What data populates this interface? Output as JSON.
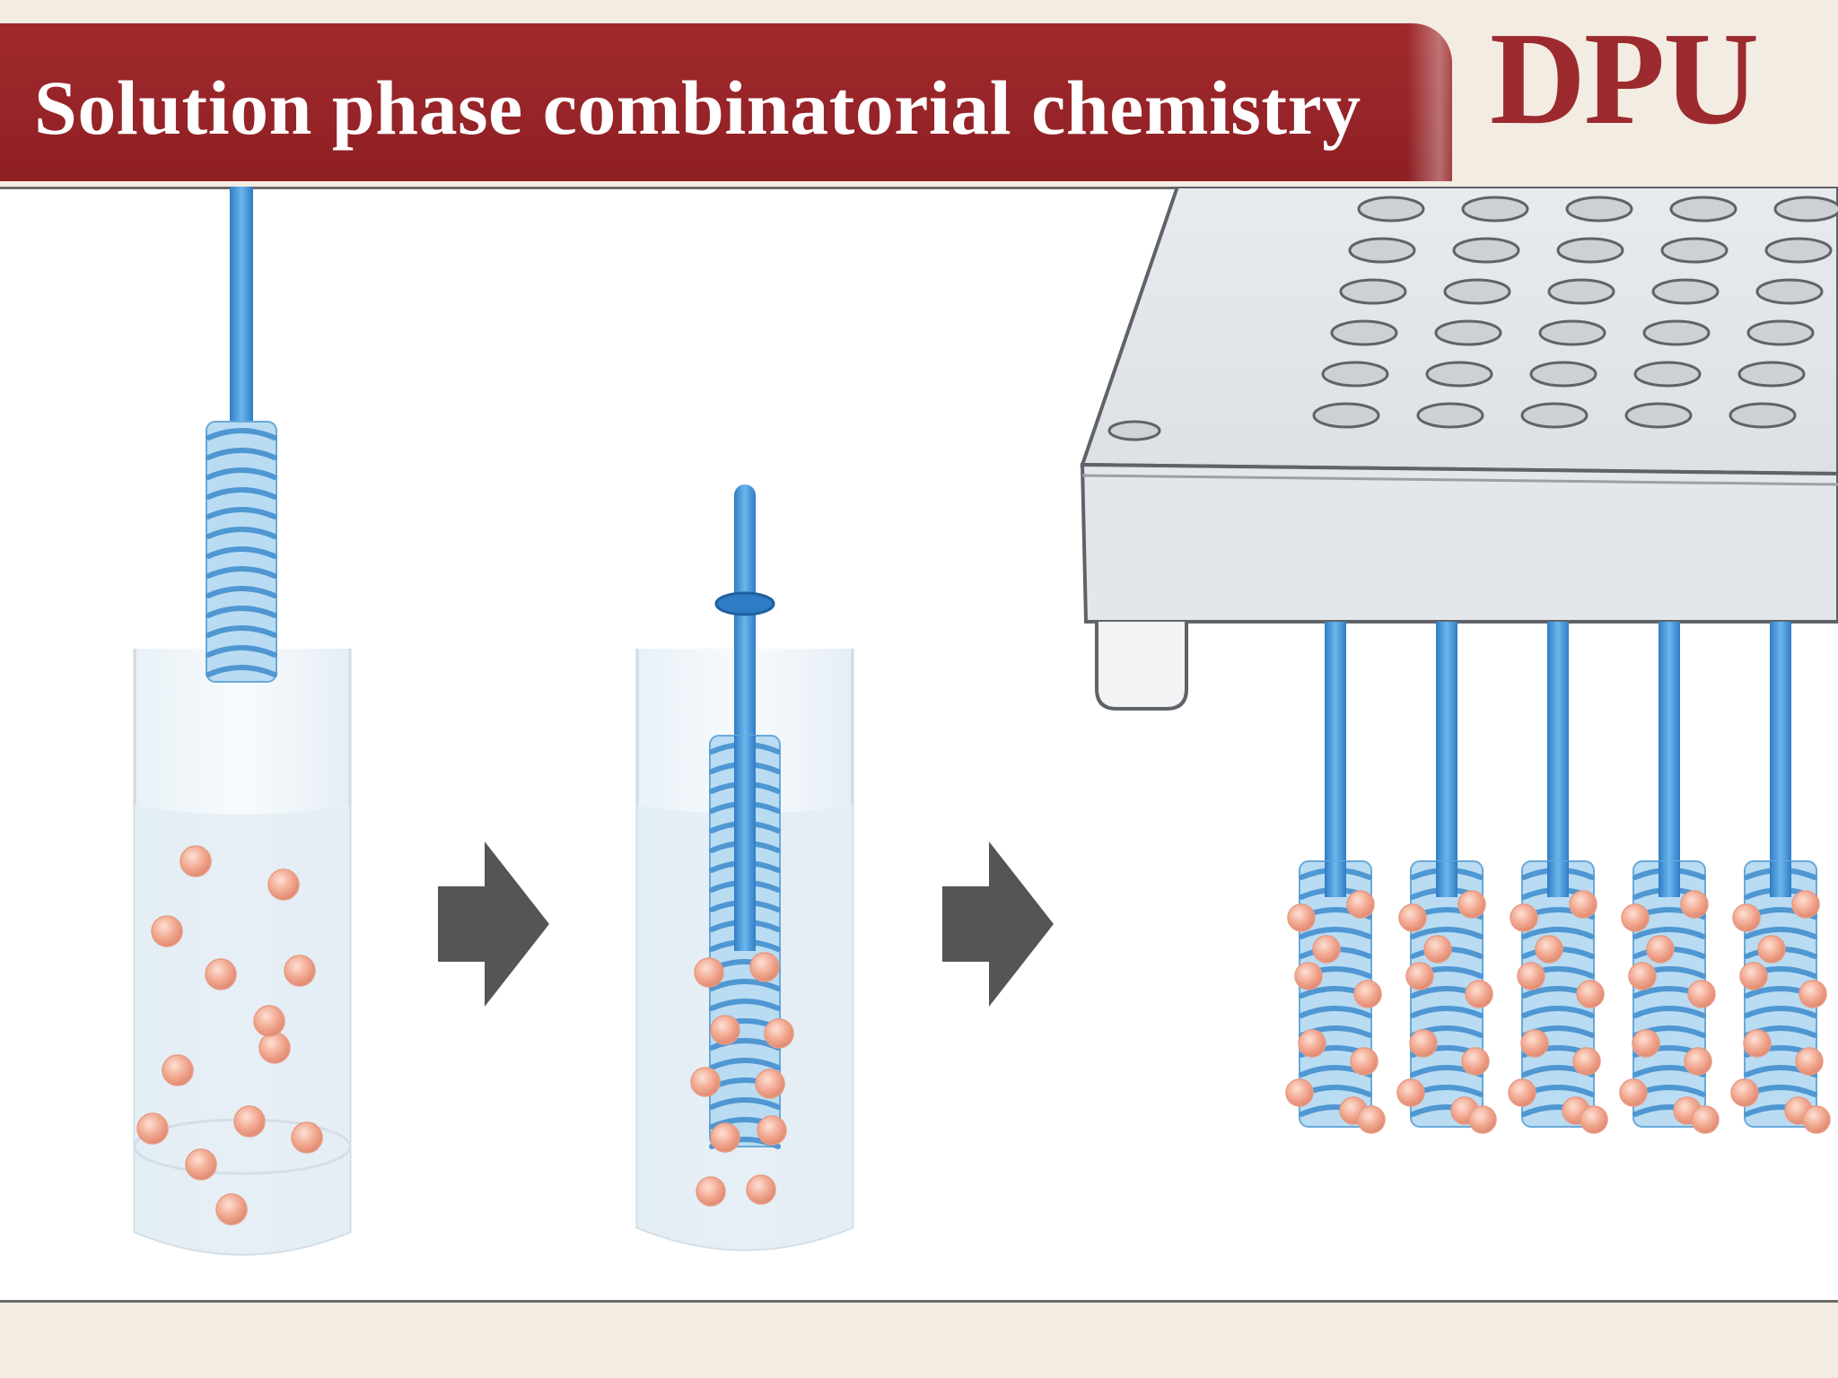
{
  "slide": {
    "title": "Solution phase combinatorial chemistry",
    "logo_text": "DPU"
  },
  "colors": {
    "header": "#9c262a",
    "logo": "#9c2a2e",
    "rod": "#3d8fd6",
    "coil": "#8ec4ea",
    "bead": "#f2a78f",
    "arrow": "#5a5a5a",
    "plate": "#dde1e6"
  },
  "diagram": {
    "steps": [
      {
        "name": "tube-with-free-beads",
        "beads_count": 13
      },
      {
        "name": "tube-with-loaded-pin"
      },
      {
        "name": "pin-array-plate",
        "pins_count": 5,
        "plate_wells_rows": 6,
        "plate_wells_cols": 5
      }
    ],
    "arrows_count": 2
  }
}
